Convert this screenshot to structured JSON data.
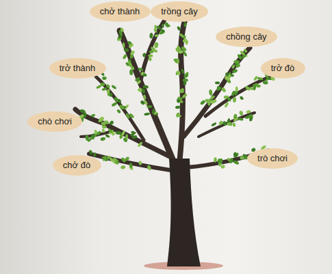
{
  "diagram": {
    "nodes": [
      {
        "text": [
          "chở thành"
        ]
      },
      {
        "text": [
          "trồng cây"
        ]
      },
      {
        "text": [
          "chồng cây"
        ]
      },
      {
        "text": [
          "trở thành"
        ]
      },
      {
        "text": [
          "trở đò"
        ]
      },
      {
        "text": [
          "chò chơi"
        ]
      },
      {
        "text": [
          "chở đò"
        ]
      },
      {
        "text": [
          "trò chơi"
        ]
      }
    ]
  }
}
